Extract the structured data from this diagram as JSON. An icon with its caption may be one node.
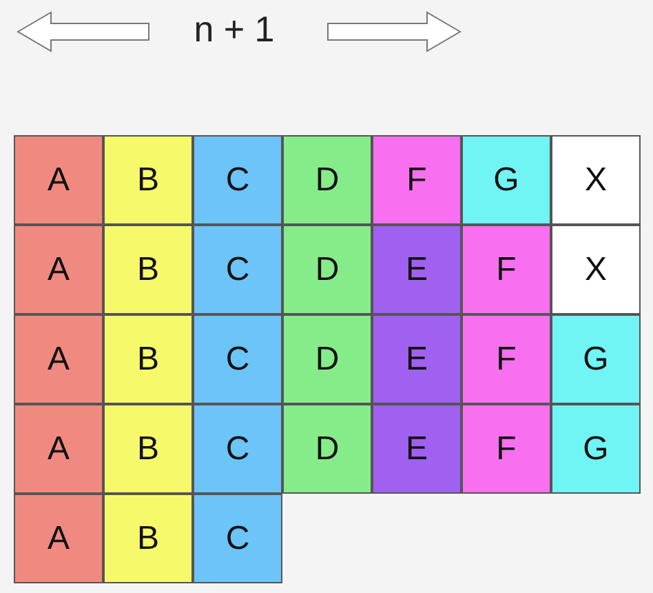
{
  "diagram": {
    "nodes": [
      {
        "text": [
          "A"
        ]
      },
      {
        "text": [
          "B"
        ]
      },
      {
        "text": [
          "C"
        ]
      },
      {
        "text": [
          "D"
        ]
      },
      {
        "text": [
          "F"
        ]
      },
      {
        "text": [
          "G"
        ]
      },
      {
        "text": [
          "X"
        ]
      },
      {
        "text": [
          "A"
        ]
      },
      {
        "text": [
          "B"
        ]
      },
      {
        "text": [
          "C"
        ]
      },
      {
        "text": [
          "D"
        ]
      },
      {
        "text": [
          "E"
        ]
      },
      {
        "text": [
          "F"
        ]
      },
      {
        "text": [
          "X"
        ]
      },
      {
        "text": [
          "A"
        ]
      },
      {
        "text": [
          "B"
        ]
      },
      {
        "text": [
          "C"
        ]
      },
      {
        "text": [
          "D"
        ]
      },
      {
        "text": [
          "E"
        ]
      },
      {
        "text": [
          "F"
        ]
      },
      {
        "text": [
          "G"
        ]
      },
      {
        "text": [
          "A"
        ]
      },
      {
        "text": [
          "B"
        ]
      },
      {
        "text": [
          "C"
        ]
      },
      {
        "text": [
          "D"
        ]
      },
      {
        "text": [
          "E"
        ]
      },
      {
        "text": [
          "F"
        ]
      },
      {
        "text": [
          "G"
        ]
      },
      {
        "text": [
          "A"
        ]
      },
      {
        "text": [
          "B"
        ]
      },
      {
        "text": [
          "C"
        ]
      }
    ],
    "labels": [
      "n + 1"
    ]
  }
}
